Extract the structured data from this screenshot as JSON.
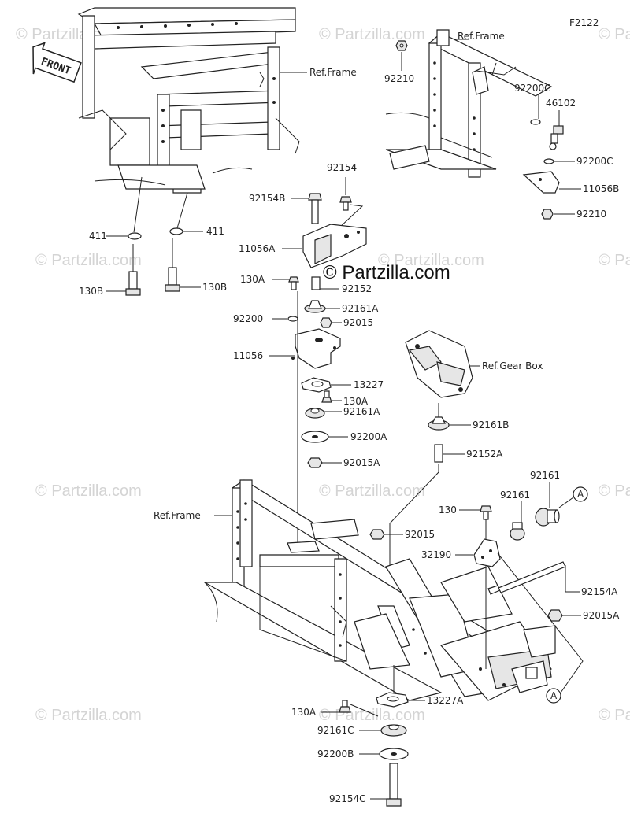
{
  "diagram_id": "F2122",
  "front_label": "FRONT",
  "brand": "© Partzilla.com",
  "watermarks": [
    "© Partzilla.com",
    "© Partzilla.com",
    "© Partzilla.com",
    "© Partzilla.com",
    "© Partzilla.com",
    "© Partzilla.com",
    "© Partzilla.com",
    "© Partzilla.com",
    "© Partzilla.com",
    "© Partzilla.com",
    "© Partzilla.com",
    "© Partzilla.com"
  ],
  "refs": {
    "frame_top_left": "Ref.Frame",
    "frame_top_right": "Ref.Frame",
    "frame_bottom": "Ref.Frame",
    "gear_box": "Ref.Gear Box"
  },
  "callouts": {
    "a1": "A",
    "a2": "A"
  },
  "parts": {
    "p92210_top": "92210",
    "p92200C_top": "92200C",
    "p46102": "46102",
    "p92200C_low": "92200C",
    "p11056B": "11056B",
    "p92210_low": "92210",
    "p92154": "92154",
    "p92154B": "92154B",
    "p411_left": "411",
    "p411_right": "411",
    "p130B_left": "130B",
    "p130B_right": "130B",
    "p11056A": "11056A",
    "p130A_top": "130A",
    "p92152": "92152",
    "p92161A_top": "92161A",
    "p92200": "92200",
    "p92015_top": "92015",
    "p11056": "11056",
    "p13227": "13227",
    "p130A_mid": "130A",
    "p92161A_low": "92161A",
    "p92200A": "92200A",
    "p92015A_mid": "92015A",
    "p92161B": "92161B",
    "p92152A": "92152A",
    "p92161_a": "92161",
    "p92161_b": "92161",
    "p130": "130",
    "p92015_mid": "92015",
    "p32190": "32190",
    "p92154A": "92154A",
    "p92015A_right": "92015A",
    "p13227A": "13227A",
    "p130A_bottom": "130A",
    "p92161C": "92161C",
    "p92200B": "92200B",
    "p92154C": "92154C"
  }
}
